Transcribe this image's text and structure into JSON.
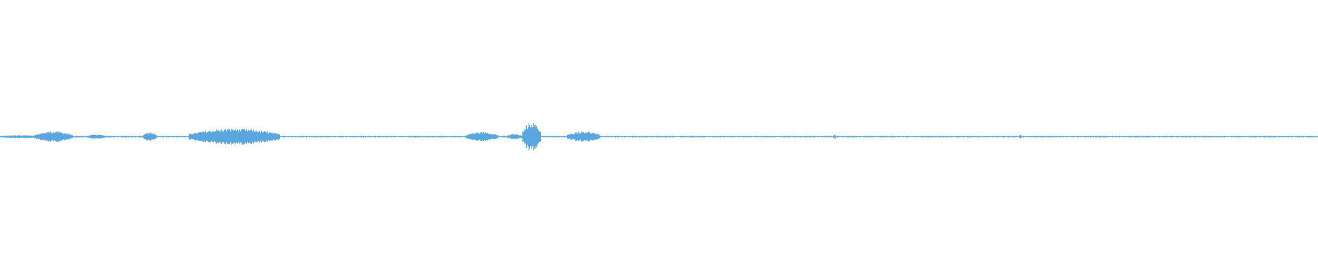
{
  "waveform": {
    "color": "#5aa7e0",
    "background": "#ffffff",
    "bursts": [
      {
        "start": 0.0,
        "end": 0.03,
        "amp": 0.012
      },
      {
        "start": 0.026,
        "end": 0.055,
        "amp": 0.04
      },
      {
        "start": 0.066,
        "end": 0.08,
        "amp": 0.018
      },
      {
        "start": 0.108,
        "end": 0.119,
        "amp": 0.035
      },
      {
        "start": 0.143,
        "end": 0.212,
        "amp": 0.06
      },
      {
        "start": 0.353,
        "end": 0.378,
        "amp": 0.035
      },
      {
        "start": 0.384,
        "end": 0.396,
        "amp": 0.02
      },
      {
        "start": 0.396,
        "end": 0.41,
        "amp": 0.11
      },
      {
        "start": 0.43,
        "end": 0.455,
        "amp": 0.04
      },
      {
        "start": 0.632,
        "end": 0.634,
        "amp": 0.02
      },
      {
        "start": 0.773,
        "end": 0.775,
        "amp": 0.015
      }
    ],
    "noise_floor": 0.004
  }
}
